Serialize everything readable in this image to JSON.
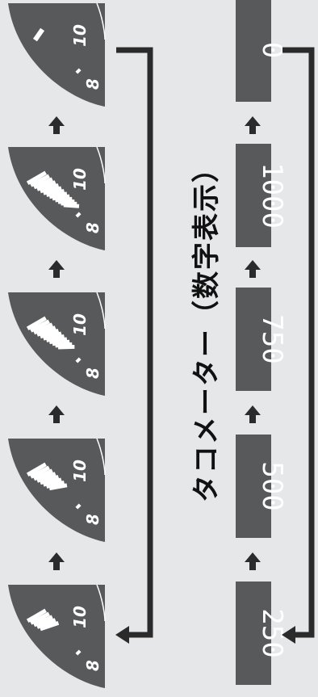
{
  "title": "タコメーター（数字表示）",
  "analog": {
    "tick_labels": [
      "10",
      "8"
    ],
    "panels": [
      {
        "name": "gauge-1",
        "level": 0.0
      },
      {
        "name": "gauge-2",
        "level": 0.95
      },
      {
        "name": "gauge-3",
        "level": 0.75
      },
      {
        "name": "gauge-4",
        "level": 0.55
      },
      {
        "name": "gauge-5",
        "level": 0.35
      }
    ]
  },
  "digital": {
    "readings": [
      "0",
      "1000",
      "750",
      "500",
      "250"
    ]
  },
  "colors": {
    "panel": "#58595b",
    "segment": "#ffffff",
    "background": "#e6e7e9",
    "arrow": "#2b2b2b"
  }
}
